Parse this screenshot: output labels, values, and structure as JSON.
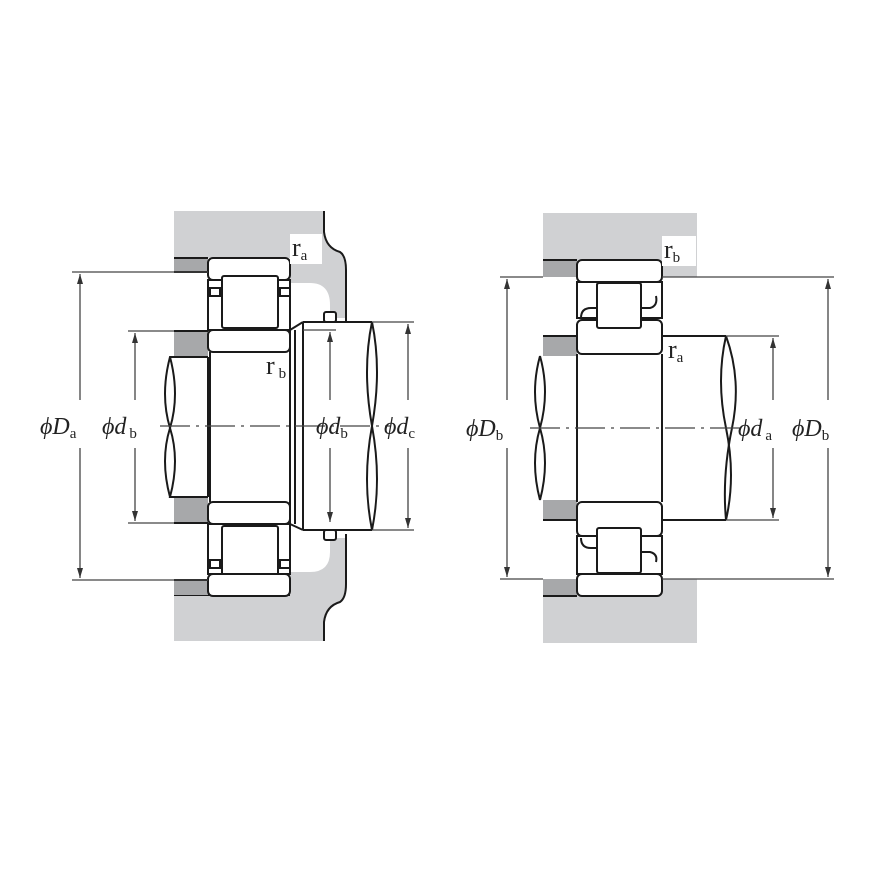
{
  "diagram": {
    "type": "bearing mounting dimensions drawing",
    "left_figure": {
      "labels": {
        "Da": {
          "symbol": "ϕD",
          "sub": "a"
        },
        "db_left": {
          "symbol": "ϕd",
          "sub": "b"
        },
        "db_right": {
          "symbol": "ϕd",
          "sub": "b"
        },
        "dc": {
          "symbol": "ϕd",
          "sub": "c"
        },
        "ra": {
          "symbol": "r",
          "sub": "a"
        },
        "rb": {
          "symbol": "r",
          "sub": "b"
        }
      }
    },
    "right_figure": {
      "labels": {
        "Db_left": {
          "symbol": "ϕD",
          "sub": "b"
        },
        "da": {
          "symbol": "ϕd",
          "sub": "a"
        },
        "Db_right": {
          "symbol": "ϕD",
          "sub": "b"
        },
        "rb": {
          "symbol": "r",
          "sub": "b"
        },
        "ra": {
          "symbol": "r",
          "sub": "a"
        }
      }
    },
    "colors": {
      "housing": "#d0d1d3",
      "shoulder": "#a7a8aa",
      "line": "#1a1a1a"
    }
  }
}
